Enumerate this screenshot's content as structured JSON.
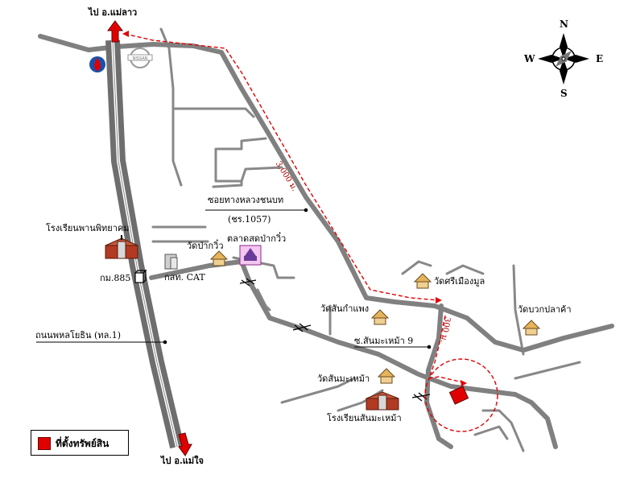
{
  "colors": {
    "road": "#808080",
    "highway": "#777777",
    "route": "#e00000",
    "label": "#000000",
    "compass": "#000000"
  },
  "compass": {
    "north": "N",
    "south": "S",
    "east": "E",
    "west": "W"
  },
  "labels": {
    "to_mae_lao": "ไป อ.แม่ลาว",
    "to_mae_chai": "ไป อ.แม่ใจ",
    "soi_tang_luang": "ซอยทางหลวงชนบท",
    "chor_ror": "(ชร.1057)",
    "school_phan": "โรงเรียนพานพิทยาคม",
    "wat_pa_kwiw": "วัดป่ากวิ๋ว",
    "market": "ตลาดสดป่ากวิ๋ว",
    "km": "กม.885",
    "cat": "กสท. CAT",
    "phahon_road": "ถนนพหลโยธิน (ทล.1)",
    "wat_si_mueang_mun": "วัดศรีเมืองมูล",
    "wat_san_kamphaeng": "วัดสันกำแพง",
    "wat_buak_pla_kha": "วัดบวกปลาค้า",
    "soi_san_ma_nao": "ซ.สันมะเหม้า 9",
    "wat_san_ma_nao": "วัดสันมะเหม้า",
    "school_san_ma_nao": "โรงเรียนสันมะเหม้า",
    "dist_3000": "3,000 ม.",
    "dist_300": "300 ม.",
    "legend": "ที่ตั้งทรัพย์สิน"
  },
  "icons": {
    "gas_station": "ptt-gas-station-icon",
    "car_dealer": "nissan-logo-icon",
    "temple": "temple-icon",
    "school": "school-icon",
    "market": "market-icon",
    "office": "office-building-icon",
    "km_post": "km-post-icon",
    "property": "property-marker-icon"
  }
}
